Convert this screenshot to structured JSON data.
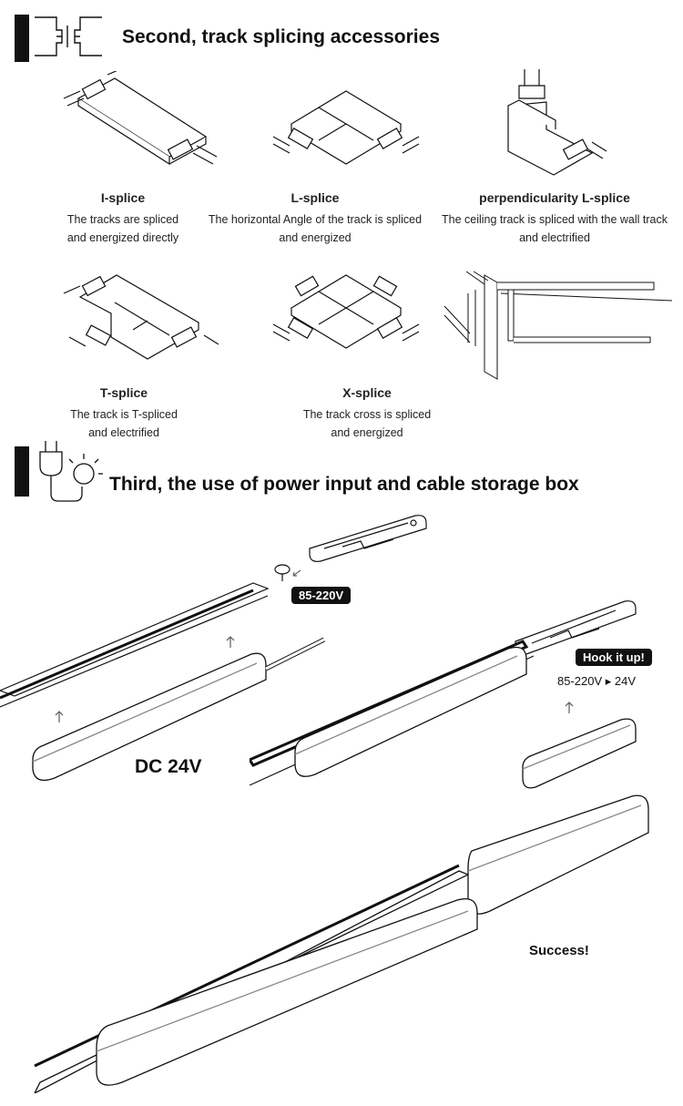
{
  "section2": {
    "title": "Second, track splicing accessories",
    "items": [
      {
        "title": "I-splice",
        "line1": "The tracks are spliced",
        "line2": "and energized directly"
      },
      {
        "title": "L-splice",
        "line1": "The horizontal Angle of the track is spliced",
        "line2": "and energized"
      },
      {
        "title": "perpendicularity L-splice",
        "line1": "The ceiling track is spliced with the wall track",
        "line2": "and electrified"
      },
      {
        "title": "T-splice",
        "line1": "The track is T-spliced",
        "line2": "and electrified"
      },
      {
        "title": "X-splice",
        "line1": "The track cross is spliced",
        "line2": "and energized"
      }
    ]
  },
  "section3": {
    "title": "Third, the use of power input and cable storage box",
    "voltage_badge": "85-220V",
    "hook_badge": "Hook it up!",
    "conversion": "85-220V  ▸ 24V",
    "dc_label": "DC 24V",
    "success": "Success!"
  }
}
